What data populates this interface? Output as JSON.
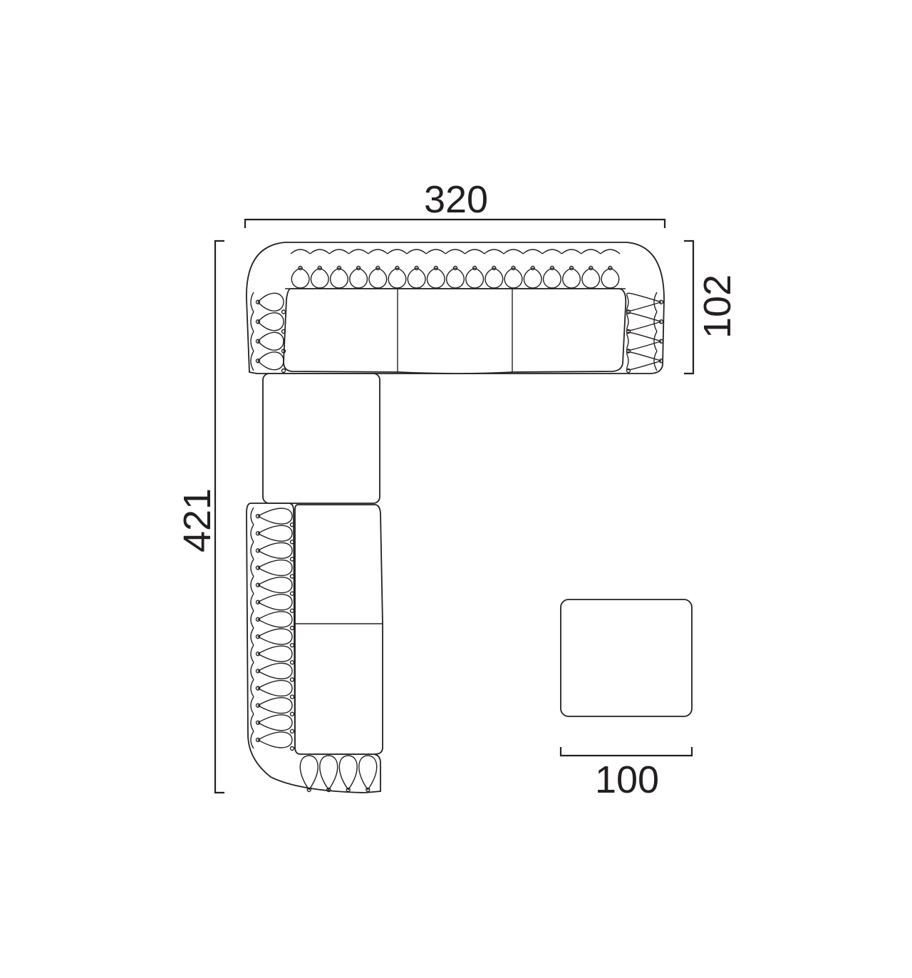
{
  "dimensions": {
    "width_total": "320",
    "depth": "102",
    "length_total": "421",
    "ottoman_width": "100"
  },
  "stroke_color": "#231f20"
}
